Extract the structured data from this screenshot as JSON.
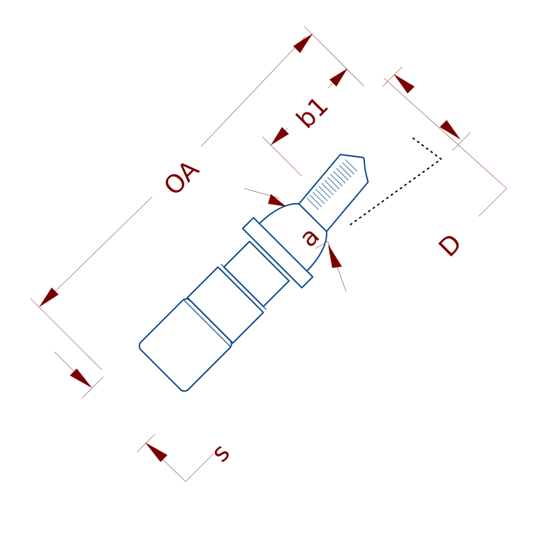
{
  "labels": {
    "oa": "OA",
    "b1": "b1",
    "a": "a",
    "d": "D",
    "s": "s"
  },
  "colors": {
    "part_outline": "#0b4a8c",
    "dimension_line": "#a86a6a",
    "arrow": "#7a0000",
    "label": "#7a0000"
  }
}
